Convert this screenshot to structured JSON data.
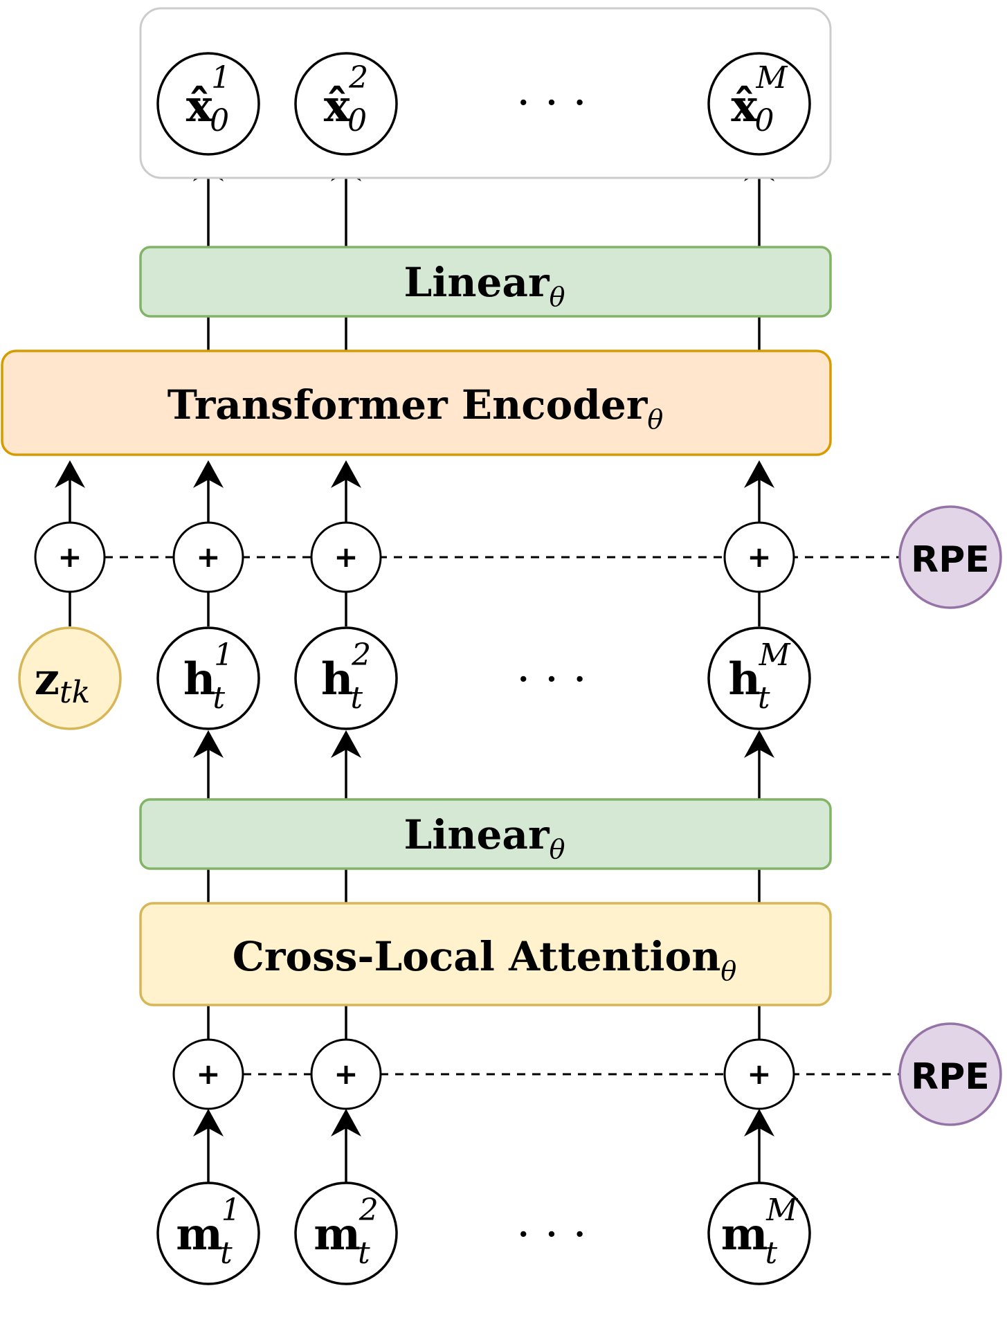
{
  "outputs": {
    "nodes": [
      {
        "base": "x̂",
        "sub": "0",
        "sup": "1"
      },
      {
        "base": "x̂",
        "sub": "0",
        "sup": "2"
      },
      {
        "base": "x̂",
        "sub": "0",
        "sup": "M"
      }
    ],
    "ellipsis": "· · ·"
  },
  "blocks": {
    "linear_top": {
      "label": "Linear",
      "sub": "θ"
    },
    "transformer": {
      "label": "Transformer Encoder",
      "sub": "θ"
    },
    "linear_mid": {
      "label": "Linear",
      "sub": "θ"
    },
    "cross_attn": {
      "label": "Cross-Local Attention",
      "sub": "θ"
    }
  },
  "adders": {
    "symbol": "+"
  },
  "rpe": {
    "top": "RPE",
    "bottom": "RPE"
  },
  "latent": {
    "base": "z",
    "sub": "tk"
  },
  "hidden": {
    "nodes": [
      {
        "base": "h",
        "sub": "t",
        "sup": "1"
      },
      {
        "base": "h",
        "sub": "t",
        "sup": "2"
      },
      {
        "base": "h",
        "sub": "t",
        "sup": "M"
      }
    ],
    "ellipsis": "· · ·"
  },
  "inputs": {
    "nodes": [
      {
        "base": "m",
        "sub": "t",
        "sup": "1"
      },
      {
        "base": "m",
        "sub": "t",
        "sup": "2"
      },
      {
        "base": "m",
        "sub": "t",
        "sup": "M"
      }
    ],
    "ellipsis": "· · ·"
  },
  "colors": {
    "output_group_stroke": "#cccccc",
    "linear_fill": "#d5e8d4",
    "linear_stroke": "#82b366",
    "transformer_fill": "#ffe6cc",
    "transformer_stroke": "#d79b00",
    "cross_attn_fill": "#fff2cc",
    "cross_attn_stroke": "#d6b656",
    "latent_fill": "#fff2cc",
    "latent_stroke": "#d6b656",
    "rpe_fill": "#e1d5e7",
    "rpe_stroke": "#9673a6"
  }
}
